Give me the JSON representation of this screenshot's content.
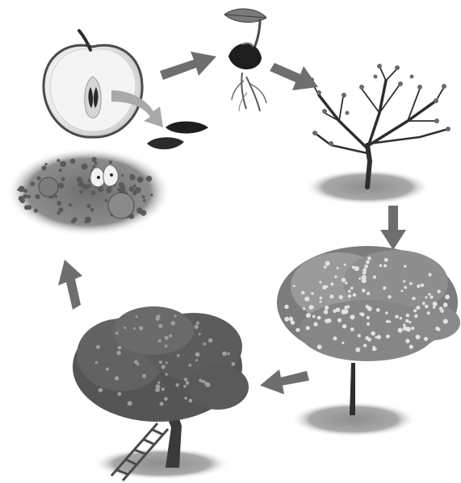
{
  "diagram": {
    "kind": "apple-tree-life-cycle",
    "mode": "grayscale",
    "colors": {
      "arrow": "#6e6e6e",
      "ground": "#9a9a9a",
      "bark": "#3a3a3a",
      "foliage": "#8a8a8a",
      "blossom": "#d8d8d8",
      "seed": "#1e1e1e"
    },
    "stages": [
      {
        "name": "apple-with-seeds"
      },
      {
        "name": "germinating-seedling"
      },
      {
        "name": "young-tree"
      },
      {
        "name": "flowering-tree"
      },
      {
        "name": "fruiting-tree-with-ladder"
      },
      {
        "name": "fallen-apples-on-ground"
      }
    ],
    "cycle_arrows": 6
  }
}
